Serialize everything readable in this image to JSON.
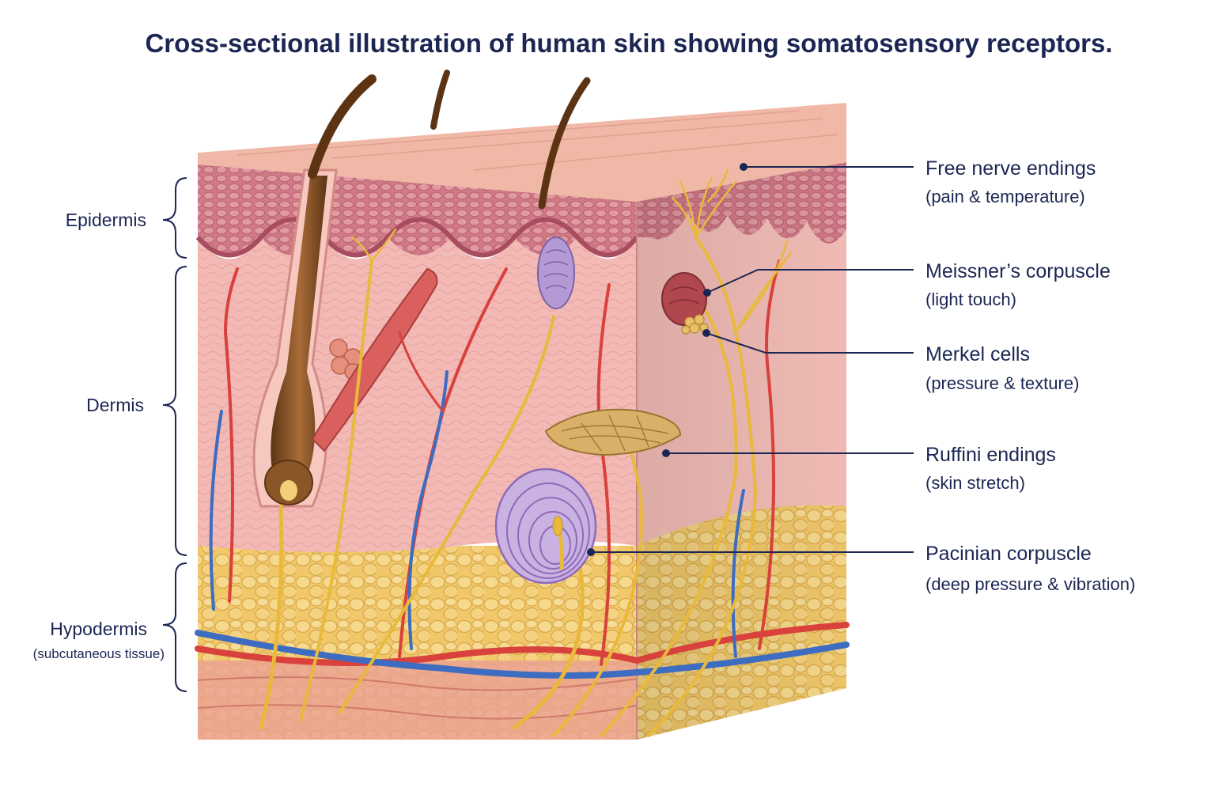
{
  "title": "Cross-sectional illustration of human skin showing somatosensory receptors.",
  "colors": {
    "label_text": "#1c2653",
    "leader_line": "#1c2653",
    "epidermis": "#c9707e",
    "dermis": "#f1b7b4",
    "hypodermis_fat": "#edc567",
    "nerve": "#e8b93a",
    "artery": "#d8413c",
    "vein": "#3d6cc0",
    "hair": "#7a4a22",
    "corpuscle": "#b49ad4"
  },
  "layers": [
    {
      "name": "Epidermis"
    },
    {
      "name": "Dermis"
    },
    {
      "name": "Hypodermis",
      "sub": "(subcutaneous tissue)"
    }
  ],
  "receptors": [
    {
      "name": "Free nerve endings",
      "function": "(pain & temperature)"
    },
    {
      "name": "Meissner’s corpuscle",
      "function": "(light touch)"
    },
    {
      "name": "Merkel cells",
      "function": "(pressure & texture)"
    },
    {
      "name": "Ruffini endings",
      "function": "(skin stretch)"
    },
    {
      "name": "Pacinian corpuscle",
      "function": "(deep pressure & vibration)"
    }
  ]
}
